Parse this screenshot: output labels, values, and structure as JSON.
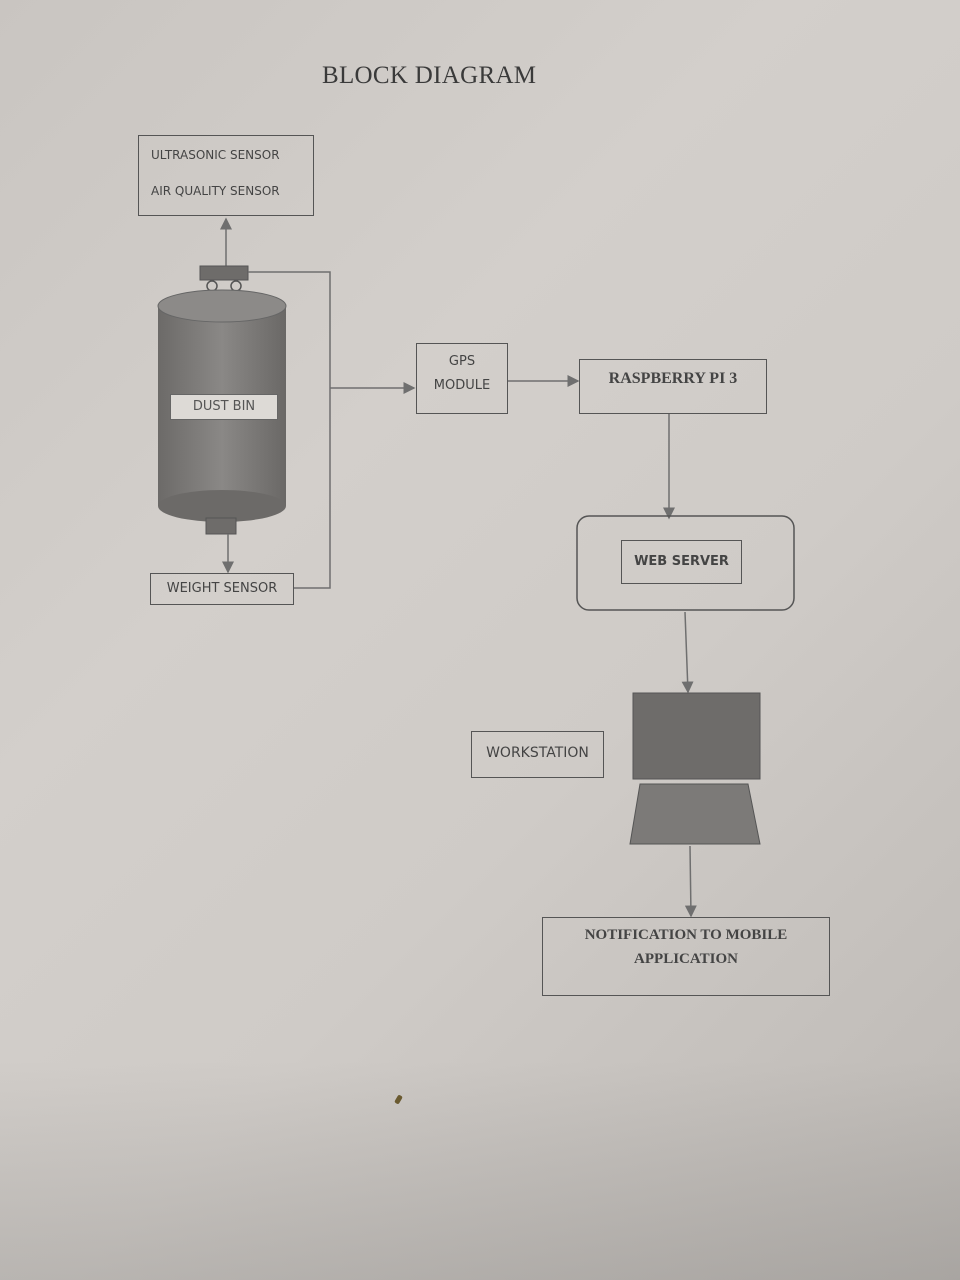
{
  "title": "BLOCK DIAGRAM",
  "nodes": {
    "sensor_box": {
      "line1": "ULTRASONIC SENSOR",
      "line2": "AIR QUALITY SENSOR"
    },
    "dust_bin": {
      "label": "DUST BIN"
    },
    "weight_sensor": {
      "label": "WEIGHT SENSOR"
    },
    "gps_module": {
      "line1": "GPS",
      "line2": "MODULE"
    },
    "raspberry_pi": {
      "label": "RASPBERRY PI 3"
    },
    "web_server": {
      "label": "WEB SERVER"
    },
    "workstation": {
      "label": "WORKSTATION"
    },
    "notification": {
      "line1": "NOTIFICATION TO MOBILE",
      "line2": "APPLICATION"
    }
  },
  "colors": {
    "line": "#6f6f6f",
    "bin_body": "#7a7876",
    "monitor": "#6e6c6a",
    "box_border": "#555555"
  }
}
